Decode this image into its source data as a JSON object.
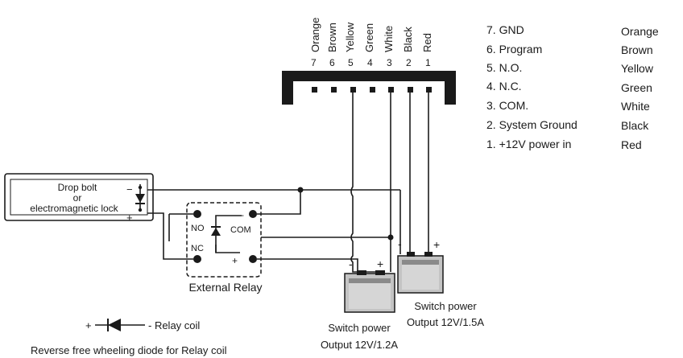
{
  "connector": {
    "wire_colors": [
      "Orange",
      "Brown",
      "Yellow",
      "Green",
      "White",
      "Black",
      "Red"
    ],
    "pin_numbers": [
      "7",
      "6",
      "5",
      "4",
      "3",
      "2",
      "1"
    ]
  },
  "legend": [
    {
      "pin": "7. GND",
      "color": "Orange"
    },
    {
      "pin": "6. Program",
      "color": "Brown"
    },
    {
      "pin": "5. N.O.",
      "color": "Yellow"
    },
    {
      "pin": "4. N.C.",
      "color": "Green"
    },
    {
      "pin": "3. COM.",
      "color": "White"
    },
    {
      "pin": "2. System Ground",
      "color": "Black"
    },
    {
      "pin": "1. +12V power in",
      "color": "Red"
    }
  ],
  "lock": {
    "line1": "Drop bolt",
    "line2": "or",
    "line3": "electromagnetic lock",
    "minus": "−",
    "plus": "+"
  },
  "relay": {
    "no": "NO",
    "nc": "NC",
    "com": "COM",
    "minus": "−",
    "plus": "+",
    "caption": "External Relay"
  },
  "psu_small": {
    "minus": "-",
    "plus": "+",
    "line1": "Switch power",
    "line2": "Output 12V/1.2A"
  },
  "psu_large": {
    "minus": "-",
    "plus": "+",
    "line1": "Switch power",
    "line2": "Output 12V/1.5A"
  },
  "diode_note": {
    "plus": "+",
    "minus": "- Relay coil",
    "text": "Reverse free wheeling diode for Relay coil"
  }
}
